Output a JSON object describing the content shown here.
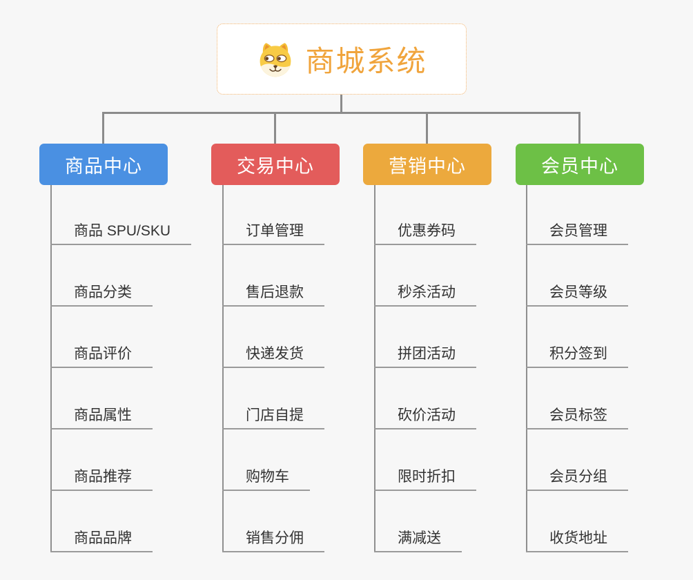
{
  "root": {
    "title": "商城系统",
    "title_color": "#F0A43C",
    "icon": "shiba-dog-icon"
  },
  "branches": [
    {
      "label": "商品中心",
      "color": "#4A90E2",
      "items": [
        "商品 SPU/SKU",
        "商品分类",
        "商品评价",
        "商品属性",
        "商品推荐",
        "商品品牌"
      ]
    },
    {
      "label": "交易中心",
      "color": "#E35C5B",
      "items": [
        "订单管理",
        "售后退款",
        "快递发货",
        "门店自提",
        "购物车",
        "销售分佣"
      ]
    },
    {
      "label": "营销中心",
      "color": "#ECA93D",
      "items": [
        "优惠券码",
        "秒杀活动",
        "拼团活动",
        "砍价活动",
        "限时折扣",
        "满减送"
      ]
    },
    {
      "label": "会员中心",
      "color": "#6DC046",
      "items": [
        "会员管理",
        "会员等级",
        "积分签到",
        "会员标签",
        "会员分组",
        "收货地址"
      ]
    }
  ]
}
